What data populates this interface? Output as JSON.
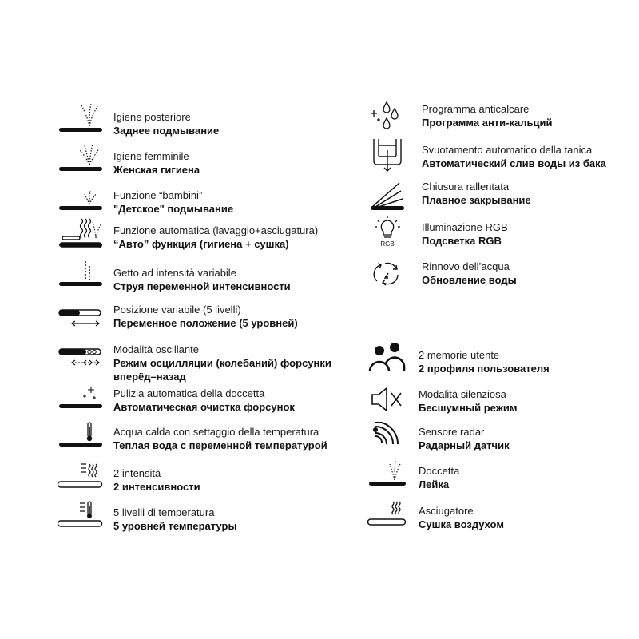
{
  "left": [
    {
      "icon": "rear-wash-icon",
      "it": "Igiene posteriore",
      "ru": "Заднее подмывание"
    },
    {
      "icon": "feminine-wash-icon",
      "it": "Igiene femminile",
      "ru": "Женская гигиена"
    },
    {
      "icon": "kids-wash-icon",
      "it": "Funzione “bambini”",
      "ru": "\"Детское\" подмывание"
    },
    {
      "icon": "auto-function-icon",
      "it": "Funzione automatica (lavaggio+asciugatura)",
      "ru": "“Авто” функция (гигиена + сушка)"
    },
    {
      "icon": "variable-jet-icon",
      "it": "Getto ad intensità variabile",
      "ru": "Струя переменной интенсивности"
    },
    {
      "icon": "variable-position-icon",
      "it": "Posizione variabile (5 livelli)",
      "ru": "Переменное положение (5 уровней)"
    },
    {
      "icon": "oscillating-mode-icon",
      "it": "Modalità oscillante",
      "ru": "Режим осцилляции (колебаний) форсунки вперёд–назад"
    },
    {
      "icon": "nozzle-cleaning-icon",
      "it": "Pulizia automatica della doccetta",
      "ru": "Автоматическая очистка форсунок"
    },
    {
      "icon": "thermometer-icon",
      "it": "Acqua calda con settaggio della temperatura",
      "ru": "Теплая вода с переменной температурой"
    },
    {
      "icon": "two-intensity-icon",
      "it": "2 intensità",
      "ru": "2 интенсивности"
    },
    {
      "icon": "five-temperature-icon",
      "it": "5 livelli di temperatura",
      "ru": "5 уровней температуры"
    }
  ],
  "right": [
    {
      "icon": "anti-limescale-icon",
      "it": "Programma anticalcare",
      "ru": "Программа анти-кальций"
    },
    {
      "icon": "tank-drain-icon",
      "it": "Svuotamento automatico della tanica",
      "ru": "Автоматический слив воды из бака"
    },
    {
      "icon": "soft-close-icon",
      "it": "Chiusura rallentata",
      "ru": "Плавное закрывание"
    },
    {
      "icon": "rgb-light-icon",
      "it": "Illuminazione RGB",
      "ru": "Подсветка RGB",
      "badge": "RGB"
    },
    {
      "icon": "water-renewal-icon",
      "it": "Rinnovo dell’acqua",
      "ru": "Обновление воды"
    },
    {
      "icon": "user-profiles-icon",
      "it": "2 memorie utente",
      "ru": "2 профиля пользователя"
    },
    {
      "icon": "silent-mode-icon",
      "it": "Modalità silenziosa",
      "ru": "Бесшумный режим"
    },
    {
      "icon": "radar-sensor-icon",
      "it": "Sensore radar",
      "ru": "Радарный датчик"
    },
    {
      "icon": "shower-icon",
      "it": "Doccetta",
      "ru": "Лейка"
    },
    {
      "icon": "dryer-icon",
      "it": "Asciugatore",
      "ru": "Сушка воздухом"
    }
  ],
  "colors": {
    "ink": "#111111",
    "background": "#ffffff"
  }
}
